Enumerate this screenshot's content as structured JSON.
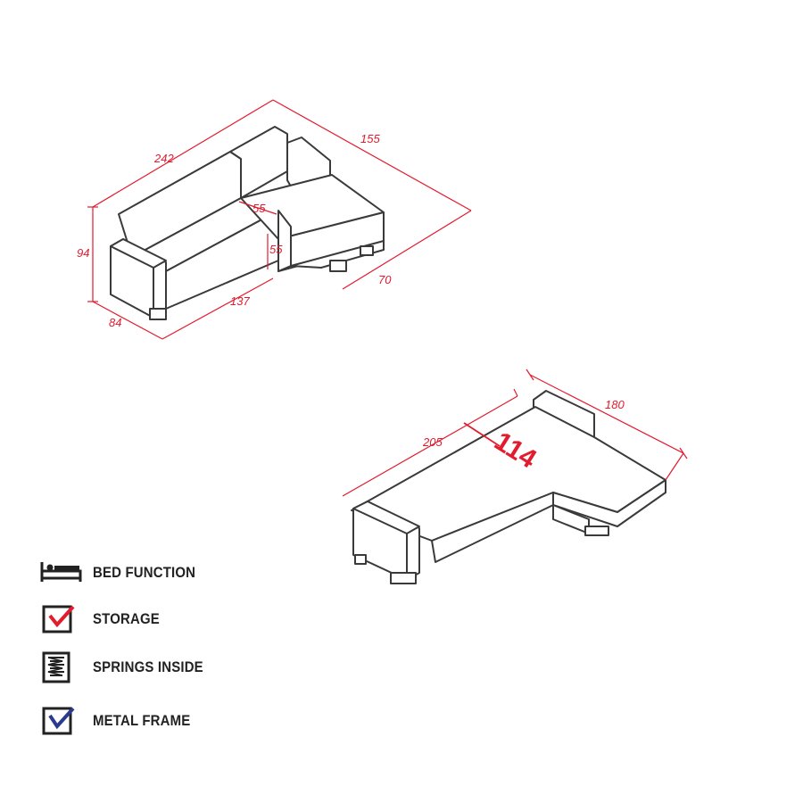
{
  "dimensions_closed": {
    "width_total": "242",
    "chaise_length": "155",
    "height": "94",
    "depth": "84",
    "seat_length": "137",
    "chaise_depth": "70",
    "seat_height": "55",
    "seat_depth": "55"
  },
  "dimensions_bed": {
    "bed_length": "205",
    "chaise_length": "180",
    "bed_width": "114"
  },
  "features": [
    {
      "label": "BED FUNCTION",
      "icon": "bed-icon"
    },
    {
      "label": "STORAGE",
      "icon": "checkbox-red-check-icon"
    },
    {
      "label": "SPRINGS INSIDE",
      "icon": "springs-icon"
    },
    {
      "label": "METAL FRAME",
      "icon": "checkbox-blue-check-icon"
    }
  ],
  "colors": {
    "dimension": "#e31b2e",
    "outline": "#3a3a3a",
    "storage_check": "#e31b2e",
    "frame_check": "#2a3b8f"
  }
}
